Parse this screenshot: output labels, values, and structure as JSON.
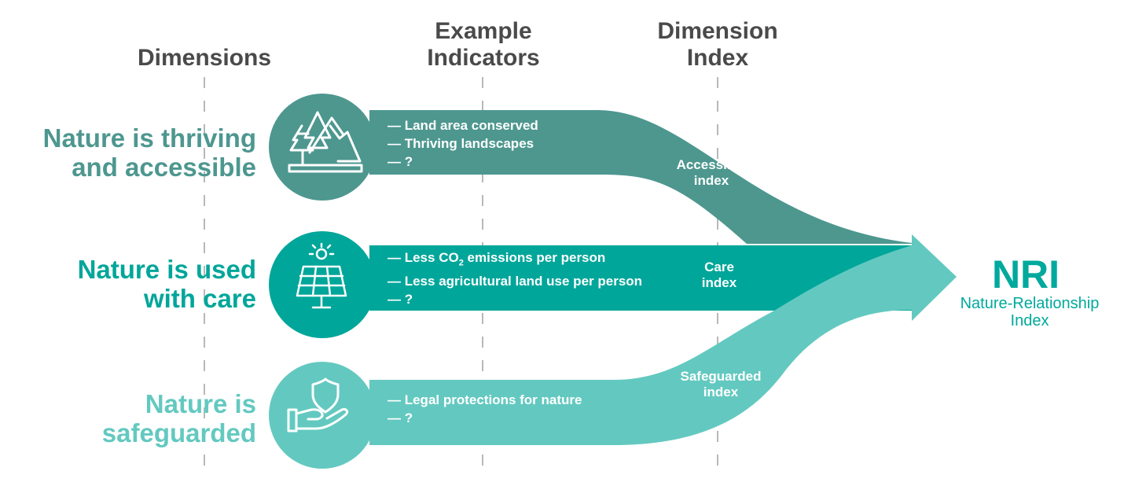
{
  "headers": {
    "dimensions": "Dimensions",
    "example_indicators": "Example\nIndicators",
    "dimension_index": "Dimension\nIndex"
  },
  "dimensions": [
    {
      "label": "Nature is thriving\nand accessible",
      "color": "#4d978f",
      "icon": "mountains-trees-icon",
      "indicators": [
        "— Land area conserved",
        "— Thriving landscapes",
        "— ?"
      ],
      "index_label": "Accessible\nindex"
    },
    {
      "label": "Nature is used\nwith care",
      "color": "#00a69a",
      "icon": "solar-panel-icon",
      "indicators": [
        "— Less CO",
        "— Less agricultural land use per person",
        "— ?"
      ],
      "co2_sub": "2",
      "co2_rest": " emissions per person",
      "index_label": "Care\nindex"
    },
    {
      "label": "Nature is\nsafeguarded",
      "color": "#63c9c0",
      "icon": "hand-shield-icon",
      "indicators": [
        "— Legal protections for nature",
        "— ?"
      ],
      "index_label": "Safeguarded\nindex"
    }
  ],
  "result": {
    "abbr": "NRI",
    "name": "Nature-Relationship\nIndex",
    "color": "#00a99d"
  }
}
